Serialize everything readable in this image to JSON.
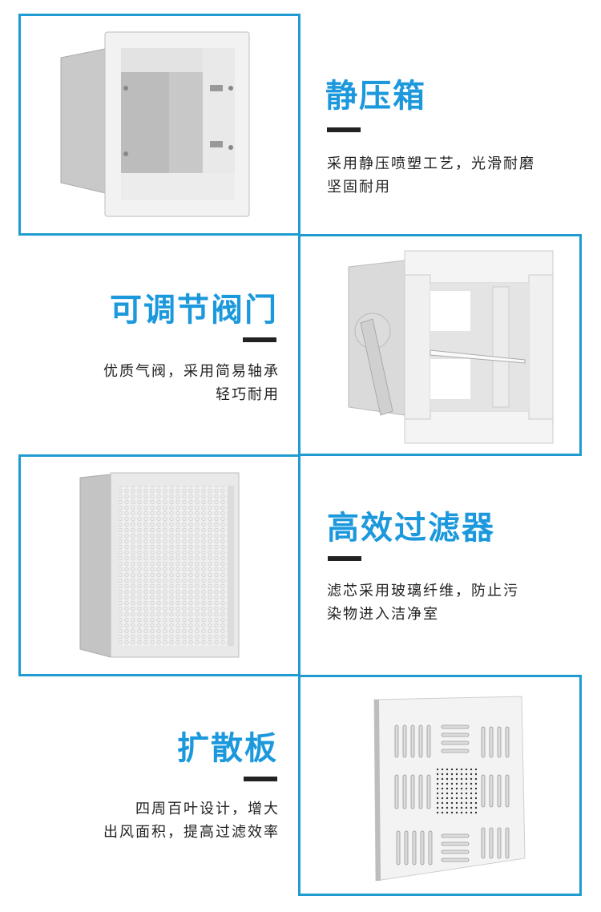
{
  "colors": {
    "accent_blue": "#1c98dc",
    "border_blue": "#1f9bd1",
    "bar_black": "#222222",
    "text": "#222222"
  },
  "sections": [
    {
      "title": "静压箱",
      "desc_lines": [
        "采用静压喷塑工艺，光滑耐磨",
        "坚固耐用"
      ],
      "image": "static-pressure-box-image"
    },
    {
      "title": "可调节阀门",
      "desc_lines": [
        "优质气阀，采用简易轴承",
        "轻巧耐用"
      ],
      "image": "adjustable-damper-valve-image"
    },
    {
      "title": "高效过滤器",
      "desc_lines": [
        "滤芯采用玻璃纤维，防止污",
        "染物进入洁净室"
      ],
      "image": "hepa-filter-image"
    },
    {
      "title": "扩散板",
      "desc_lines": [
        "四周百叶设计，增大",
        "出风面积，提高过滤效率"
      ],
      "image": "diffuser-plate-image"
    }
  ]
}
